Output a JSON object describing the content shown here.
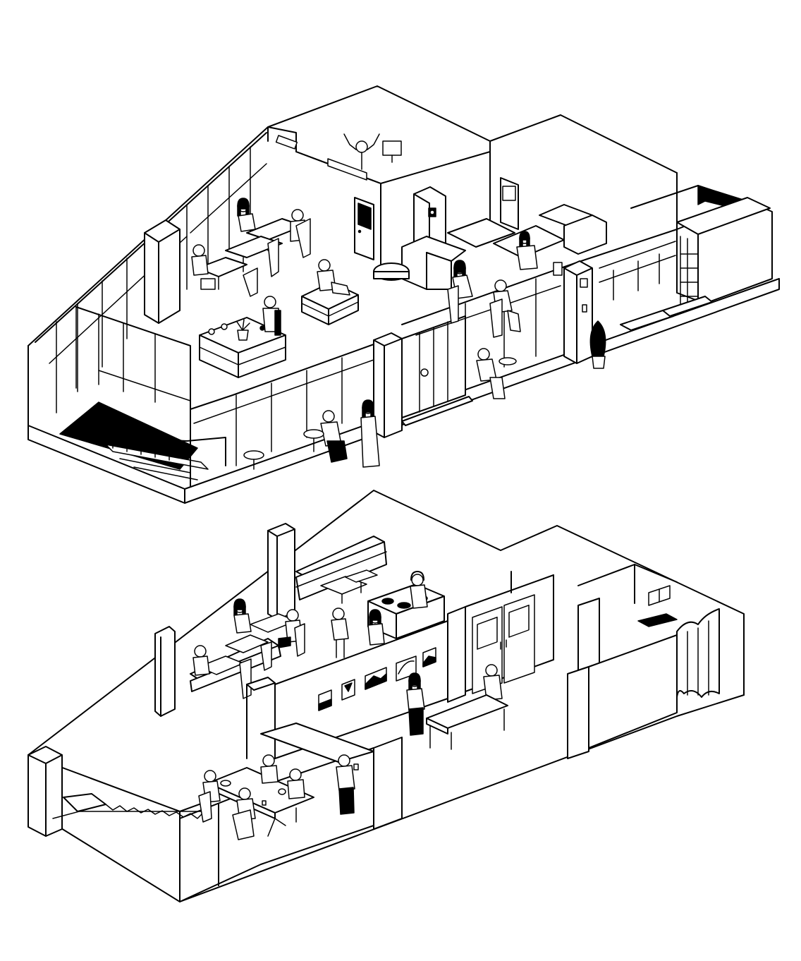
{
  "illustration": {
    "style": "isometric black-line drawing",
    "colors": {
      "line": "#000000",
      "background": "#ffffff",
      "fill_dark": "#000000"
    },
    "floors": [
      {
        "id": "upper-floor",
        "icons": [
          "stair-icon",
          "table-icon",
          "chair-icon",
          "person-icon",
          "plant-icon",
          "speaker-icon",
          "door-icon",
          "monitor-icon"
        ]
      },
      {
        "id": "lower-floor",
        "icons": [
          "stair-icon",
          "table-icon",
          "chair-icon",
          "person-icon",
          "dj-booth-icon",
          "artwork-icon",
          "door-icon",
          "curtain-icon"
        ]
      }
    ]
  }
}
